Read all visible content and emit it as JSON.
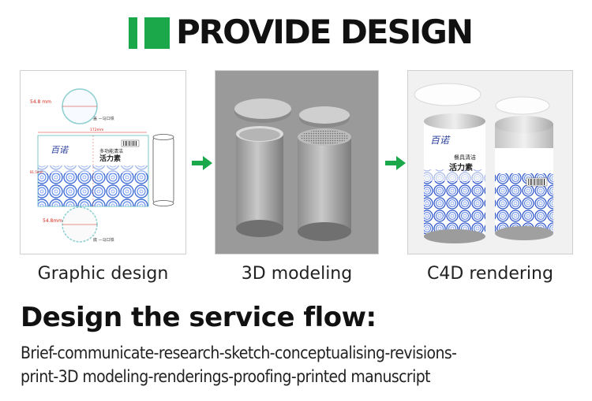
{
  "header": {
    "title": "PROVIDE DESIGN",
    "accent": "#1aa84a"
  },
  "steps": [
    {
      "caption": "Graphic design"
    },
    {
      "caption": "3D modeling"
    },
    {
      "caption": "C4D rendering"
    }
  ],
  "dieline": {
    "dim_top": "54.8 mm",
    "dim_bottom": "54.8mm",
    "label_top": "盖 —马口铁",
    "label_bottom": "底 —马口铁",
    "width_dim": "172mm",
    "height_dim": "81.5mm",
    "brand": "百诺",
    "product_line1": "多功能清洁",
    "product_line2": "活力素"
  },
  "render": {
    "brand": "百诺",
    "product_line1": "餐具清洁",
    "product_line2": "活力素"
  },
  "icons": [
    "arrow-right-icon",
    "arrow-right-icon"
  ],
  "subtitle": "Design the service flow:",
  "flow": {
    "line1": "Brief-communicate-research-sketch-conceptualising-revisions-",
    "line2": "print-3D modeling-renderings-proofing-printed manuscript"
  }
}
